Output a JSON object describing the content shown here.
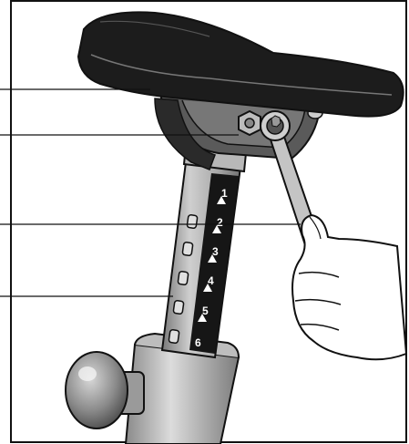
{
  "figure": {
    "kind": "assembly-illustration",
    "parts": [
      "seat",
      "seat-post",
      "wrench",
      "hand",
      "adjustment-knob",
      "seat-frame-tube",
      "nut"
    ],
    "callout_leaders": 4,
    "post_marks": [
      "1",
      "2",
      "3",
      "4",
      "5",
      "6"
    ]
  },
  "colors": {
    "ink": "#111111",
    "seat": "#1c1c1c",
    "metal": "#8f8f8f",
    "metal_light": "#c9c9c9",
    "paper": "#ffffff"
  }
}
